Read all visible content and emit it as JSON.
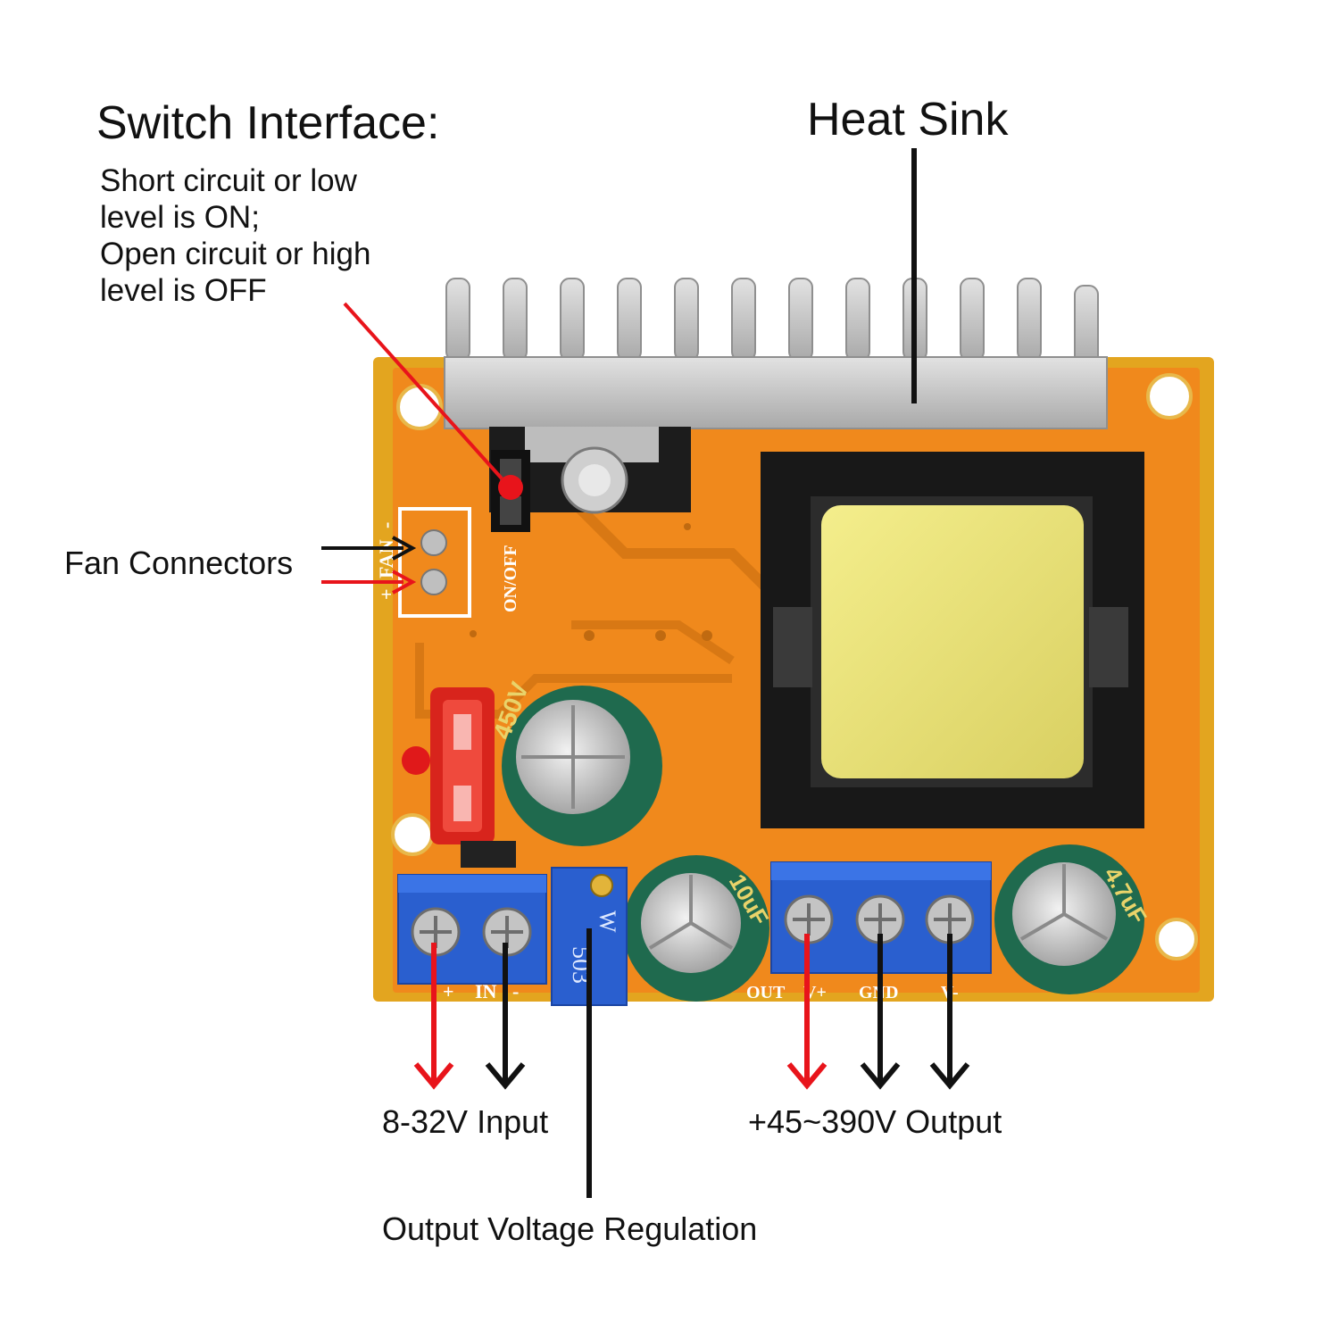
{
  "labels": {
    "switch_title": "Switch Interface:",
    "switch_desc": [
      "Short circuit or low",
      "level is ON;",
      "Open circuit or high",
      "level is OFF"
    ],
    "heat_sink": "Heat Sink",
    "fan_connectors": "Fan Connectors",
    "input": "8-32V Input",
    "output": "+45~390V Output",
    "regulation": "Output Voltage Regulation"
  },
  "board_silkscreen": {
    "in_plus": "+",
    "in": "IN",
    "in_minus": "-",
    "out": "OUT",
    "v_plus": "V+",
    "gnd": "GND",
    "v_minus": "V-",
    "fan": "FAN",
    "fan_plus": "+",
    "fan_minus": "-",
    "switch": "ON/OFF",
    "pot_code": "503",
    "pot_mark": "W",
    "cap_left": "450V",
    "cap_mid": "10uF",
    "cap_right": "4.7uF"
  },
  "colors": {
    "pcb": "#f08a1e",
    "pcb_edge": "#e0a81c",
    "heatsink": "#c9c9c9",
    "terminal": "#2a5fcf",
    "transformer_core": "#1a1a1a",
    "coil": "#ece57a",
    "capacitor": "#1f6a4e",
    "fuse": "#d8241c",
    "arrow_red": "#e8141b",
    "arrow_black": "#111111"
  },
  "icons": {
    "pointer": "arrow-icon",
    "screw": "screw-icon"
  }
}
